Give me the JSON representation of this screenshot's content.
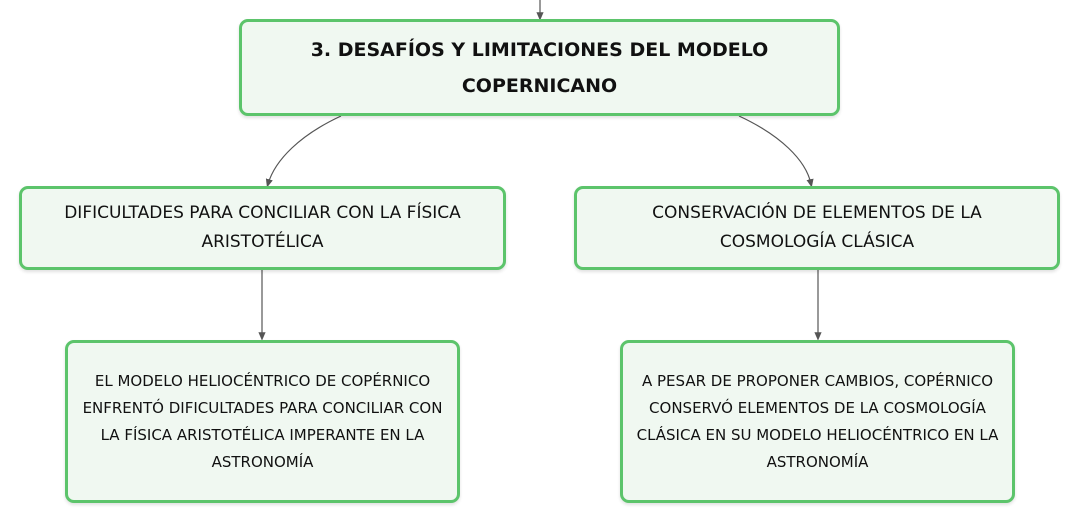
{
  "root": {
    "title": "3. DESAFÍOS Y LIMITACIONES DEL MODELO COPERNICANO"
  },
  "branches": [
    {
      "label": "DIFICULTADES PARA CONCILIAR CON LA FÍSICA ARISTOTÉLICA",
      "detail": "EL MODELO HELIOCÉNTRICO DE COPÉRNICO ENFRENTÓ DIFICULTADES PARA CONCILIAR CON LA FÍSICA ARISTOTÉLICA IMPERANTE EN LA ASTRONOMÍA"
    },
    {
      "label": "CONSERVACIÓN DE ELEMENTOS DE LA COSMOLOGÍA CLÁSICA",
      "detail": "A PESAR DE PROPONER CAMBIOS, COPÉRNICO CONSERVÓ ELEMENTOS DE LA COSMOLOGÍA CLÁSICA EN SU MODELO HELIOCÉNTRICO EN LA ASTRONOMÍA"
    }
  ],
  "colors": {
    "node_border": "#5cc46b",
    "node_fill": "#f0f8f1",
    "connector": "#555555"
  }
}
